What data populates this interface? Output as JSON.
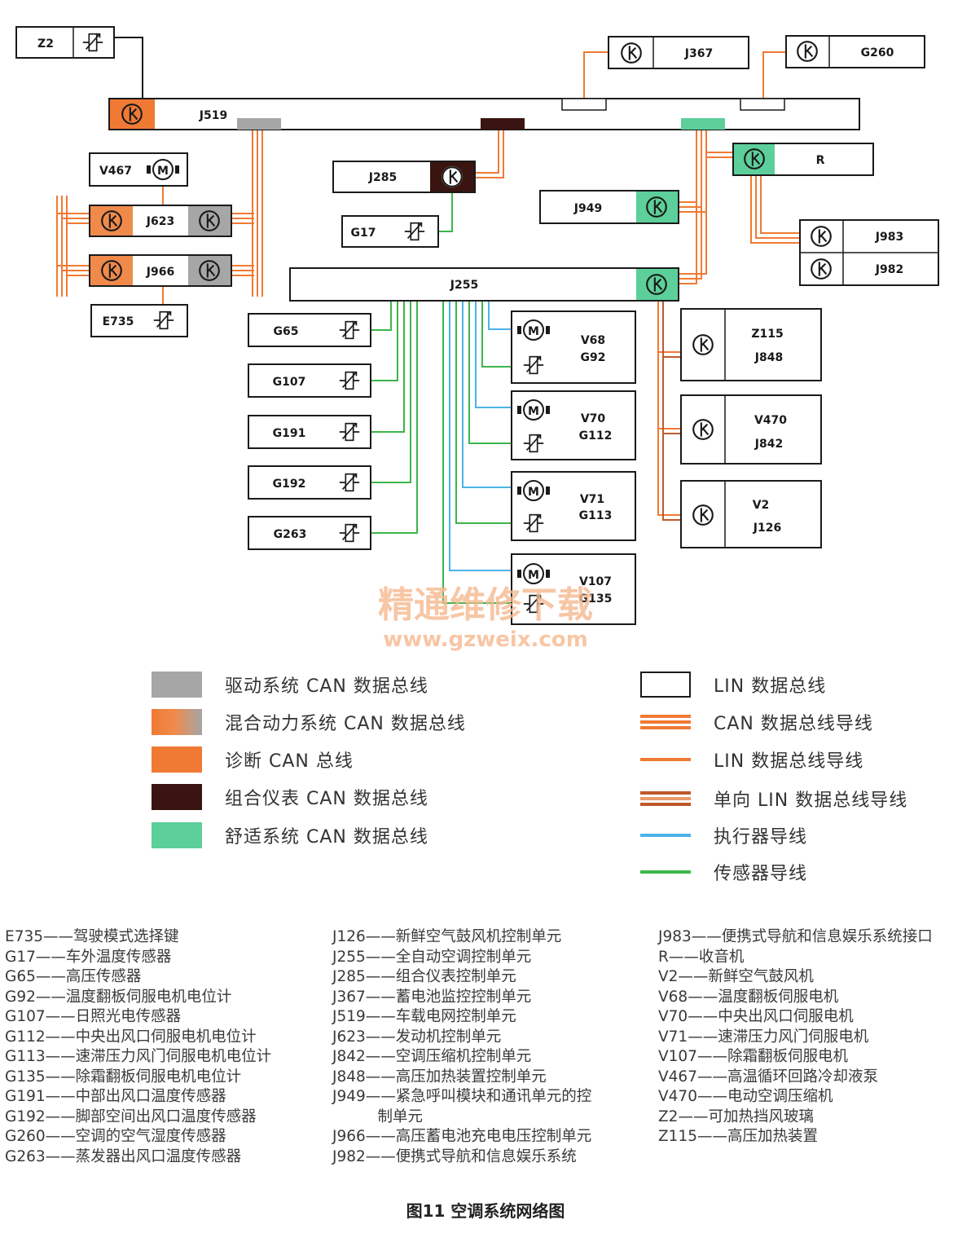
{
  "modules": {
    "z2": "Z2",
    "j367": "J367",
    "g260": "G260",
    "j519": "J519",
    "v467": "V467",
    "j285": "J285",
    "r": "R",
    "j623": "J623",
    "j949": "J949",
    "g17": "G17",
    "j983": "J983",
    "j982": "J982",
    "j966": "J966",
    "j255": "J255",
    "e735": "E735",
    "g65": "G65",
    "g107": "G107",
    "g191": "G191",
    "g192": "G192",
    "g263": "G263",
    "v68": "V68",
    "g92": "G92",
    "v70": "V70",
    "g112": "G112",
    "v71": "V71",
    "g113": "G113",
    "v107": "V107",
    "g135": "G135",
    "z115": "Z115",
    "j848": "J848",
    "v470": "V470",
    "j842": "J842",
    "v2": "V2",
    "j126": "J126"
  },
  "watermark": {
    "line1": "精通维修下载",
    "line2": "www.gzweix.com"
  },
  "legend": {
    "left": [
      "驱动系统 CAN 数据总线",
      "混合动力系统 CAN 数据总线",
      "诊断 CAN 总线",
      "组合仪表 CAN 数据总线",
      "舒适系统 CAN 数据总线"
    ],
    "right": [
      "LIN 数据总线",
      "CAN 数据总线导线",
      "LIN 数据总线导线",
      "单向 LIN 数据总线导线",
      "执行器导线",
      "传感器导线"
    ]
  },
  "colors": {
    "drive_can": "#a6a6a6",
    "hybrid_can": "#f08a4b",
    "diag_can": "#f07a34",
    "cluster_can": "#3a1410",
    "comfort_can": "#5ccf9a",
    "can_wire": "#f07a34",
    "lin_wire": "#f07a34",
    "lin_oneway": "#c0582a",
    "actuator": "#4bb3e8",
    "sensor": "#3cb64a"
  },
  "glossary": {
    "col1": [
      "E735——驾驶模式选择键",
      "G17——车外温度传感器",
      "G65——高压传感器",
      "G92——温度翻板伺服电机电位计",
      "G107——日照光电传感器",
      "G112——中央出风口伺服电机电位计",
      "G113——速滞压力风门伺服电机电位计",
      "G135——除霜翻板伺服电机电位计",
      "G191——中部出风口温度传感器",
      "G192——脚部空间出风口温度传感器",
      "G260——空调的空气湿度传感器",
      "G263——蒸发器出风口温度传感器"
    ],
    "col2": [
      "J126——新鲜空气鼓风机控制单元",
      "J255——全自动空调控制单元",
      "J285——组合仪表控制单元",
      "J367——蓄电池监控控制单元",
      "J519——车载电网控制单元",
      "J623——发动机控制单元",
      "J842——空调压缩机控制单元",
      "J848——高压加热装置控制单元",
      "J949——紧急呼叫模块和通讯单元的控",
      "　　　制单元",
      "J966——高压蓄电池充电电压控制单元",
      "J982——便携式导航和信息娱乐系统"
    ],
    "col3": [
      "J983——便携式导航和信息娱乐系统接口",
      "R——收音机",
      "V2——新鲜空气鼓风机",
      "V68——温度翻板伺服电机",
      "V70——中央出风口伺服电机",
      "V71——速滞压力风门伺服电机",
      "V107——除霜翻板伺服电机",
      "V467——高温循环回路冷却液泵",
      "V470——电动空调压缩机",
      "Z2——可加热挡风玻璃",
      "Z115——高压加热装置"
    ]
  },
  "caption": "图11 空调系统网络图"
}
